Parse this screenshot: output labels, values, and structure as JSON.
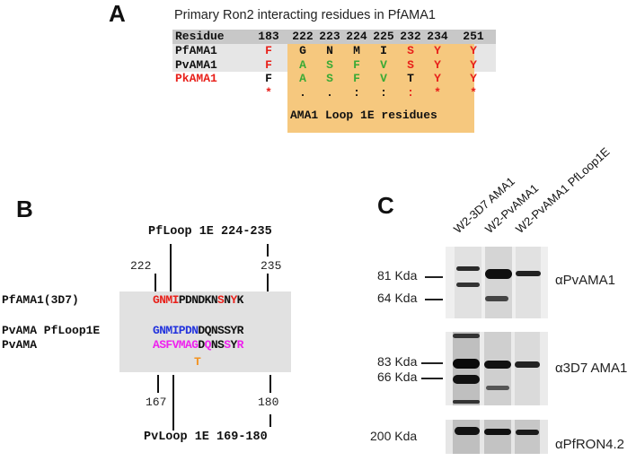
{
  "panel_a": {
    "letter": "A",
    "title": "Primary Ron2 interacting residues in PfAMA1",
    "header_label": "Residue",
    "positions": [
      "183",
      "222",
      "223",
      "224",
      "225",
      "232",
      "234",
      "251"
    ],
    "rows": [
      {
        "label": "PfAMA1",
        "label_color": "#111111",
        "residues": [
          {
            "aa": "F",
            "color": "#e8201a"
          },
          {
            "aa": "G",
            "color": "#111111"
          },
          {
            "aa": "N",
            "color": "#111111"
          },
          {
            "aa": "M",
            "color": "#111111"
          },
          {
            "aa": "I",
            "color": "#111111"
          },
          {
            "aa": "S",
            "color": "#e8201a"
          },
          {
            "aa": "Y",
            "color": "#e8201a"
          },
          {
            "aa": "Y",
            "color": "#e8201a"
          }
        ]
      },
      {
        "label": "PvAMA1",
        "label_color": "#111111",
        "residues": [
          {
            "aa": "F",
            "color": "#e8201a"
          },
          {
            "aa": "A",
            "color": "#3aaa35"
          },
          {
            "aa": "S",
            "color": "#3aaa35"
          },
          {
            "aa": "F",
            "color": "#3aaa35"
          },
          {
            "aa": "V",
            "color": "#3aaa35"
          },
          {
            "aa": "S",
            "color": "#e8201a"
          },
          {
            "aa": "Y",
            "color": "#e8201a"
          },
          {
            "aa": "Y",
            "color": "#e8201a"
          }
        ]
      },
      {
        "label": "PkAMA1",
        "label_color": "#e8201a",
        "residues": [
          {
            "aa": "F",
            "color": "#111111"
          },
          {
            "aa": "A",
            "color": "#3aaa35"
          },
          {
            "aa": "S",
            "color": "#3aaa35"
          },
          {
            "aa": "F",
            "color": "#3aaa35"
          },
          {
            "aa": "V",
            "color": "#3aaa35"
          },
          {
            "aa": "T",
            "color": "#111111"
          },
          {
            "aa": "Y",
            "color": "#e8201a"
          },
          {
            "aa": "Y",
            "color": "#e8201a"
          }
        ]
      }
    ],
    "conservation": [
      {
        "sym": "*",
        "color": "#e8201a"
      },
      {
        "sym": ".",
        "color": "#111111"
      },
      {
        "sym": ".",
        "color": "#111111"
      },
      {
        "sym": ":",
        "color": "#111111"
      },
      {
        "sym": ":",
        "color": "#111111"
      },
      {
        "sym": ":",
        "color": "#e8201a"
      },
      {
        "sym": "*",
        "color": "#e8201a"
      },
      {
        "sym": "*",
        "color": "#e8201a"
      }
    ],
    "loop_label": "AMA1 Loop 1E residues",
    "colors": {
      "header_bg": "#c8c8c8",
      "row_bg": "#e6e6e6",
      "loop_bg": "#f6c87e"
    }
  },
  "panel_b": {
    "letter": "B",
    "top_loop_label": "PfLoop 1E 224-235",
    "top_num_left": "222",
    "top_num_right": "235",
    "bottom_loop_label": "PvLoop 1E 169-180",
    "bottom_num_left": "167",
    "bottom_num_right": "180",
    "sequences": [
      {
        "label": "PfAMA1(3D7)",
        "segments": [
          {
            "text": "GNMI",
            "color": "#e8201a"
          },
          {
            "text": "PDNDKN",
            "color": "#111111"
          },
          {
            "text": "S",
            "color": "#e8201a"
          },
          {
            "text": "N",
            "color": "#111111"
          },
          {
            "text": "Y",
            "color": "#e8201a"
          },
          {
            "text": "K",
            "color": "#111111"
          }
        ]
      },
      {
        "label": "PvAMA PfLoop1E",
        "segments": [
          {
            "text": "GNMIPDN",
            "color": "#2233dd"
          },
          {
            "text": "DQNSSYR",
            "color": "#111111"
          }
        ]
      },
      {
        "label": "PvAMA",
        "segments": [
          {
            "text": "ASFVMAG",
            "color": "#ee22ee"
          },
          {
            "text": "D",
            "color": "#111111"
          },
          {
            "text": "Q",
            "color": "#ee22ee"
          },
          {
            "text": "NS",
            "color": "#111111"
          },
          {
            "text": "S",
            "color": "#ee22ee"
          },
          {
            "text": "Y",
            "color": "#111111"
          },
          {
            "text": "R",
            "color": "#ee22ee"
          }
        ]
      }
    ],
    "variant": {
      "text": "T",
      "color": "#f39320"
    },
    "box_bg": "#e1e1e1"
  },
  "panel_c": {
    "letter": "C",
    "lanes": [
      "W2-3D7 AMA1",
      "W2-PvAMA1",
      "W2-PvAMA1 PfLoop1E"
    ],
    "blots": [
      {
        "antibody": "αPvAMA1",
        "markers": [
          "81 Kda",
          "64 Kda"
        ]
      },
      {
        "antibody": "α3D7 AMA1",
        "markers": [
          "83 Kda",
          "66 Kda"
        ]
      },
      {
        "antibody": "αPfRON4.2",
        "markers": [
          "200 Kda"
        ]
      }
    ]
  }
}
